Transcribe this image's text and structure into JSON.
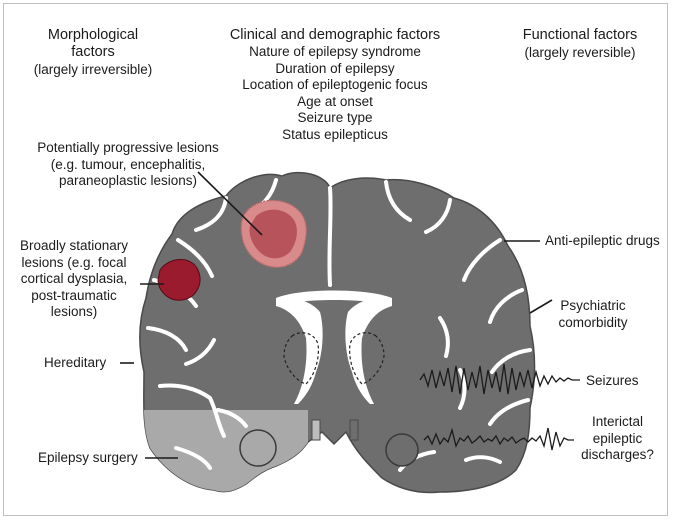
{
  "headers": {
    "morphological": {
      "title_line1": "Morphological",
      "title_line2": "factors",
      "subtitle": "(largely irreversible)"
    },
    "clinical": {
      "title": "Clinical and demographic factors",
      "items": [
        "Nature of epilepsy syndrome",
        "Duration of epilepsy",
        "Location of epileptogenic focus",
        "Age at onset",
        "Seizure type",
        "Status epilepticus"
      ]
    },
    "functional": {
      "title": "Functional factors",
      "subtitle": "(largely reversible)"
    }
  },
  "left_labels": {
    "progressive": [
      "Potentially progressive lesions",
      "(e.g. tumour, encephalitis,",
      "paraneoplastic lesions)"
    ],
    "stationary": [
      "Broadly stationary",
      "lesions (e.g. focal",
      "cortical dysplasia,",
      "post-traumatic",
      "lesions)"
    ],
    "hereditary": "Hereditary",
    "surgery": "Epilepsy surgery"
  },
  "right_labels": {
    "drugs": "Anti-epileptic drugs",
    "psychiatric": [
      "Psychiatric",
      "comorbidity"
    ],
    "seizures": "Seizures",
    "interictal": [
      "Interictal",
      "epileptic",
      "discharges?"
    ]
  },
  "colors": {
    "brain_gray": "#6e6e6e",
    "brain_light": "#a9a9a9",
    "lesion_dark": "#9a1a2e",
    "lesion_pink": "#d98a8a",
    "text": "#1b1b1b"
  }
}
